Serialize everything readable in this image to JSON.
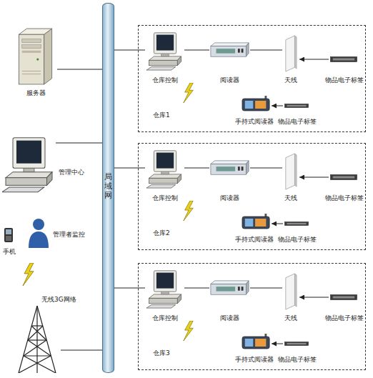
{
  "diagram": {
    "nodes": [
      {
        "text": [
          "局域网"
        ]
      },
      {
        "text": [
          "服务器"
        ]
      },
      {
        "text": [
          "管理中心"
        ]
      },
      {
        "text": [
          "手机"
        ]
      },
      {
        "text": [
          "管理者监控"
        ]
      },
      {
        "text": [
          "无线3G网络"
        ]
      },
      {
        "text": [
          "仓库1"
        ]
      },
      {
        "text": [
          "仓库控制"
        ],
        "in": 6
      },
      {
        "text": [
          "阅读器"
        ],
        "in": 6
      },
      {
        "text": [
          "天线"
        ],
        "in": 6
      },
      {
        "text": [
          "物品电子标签"
        ],
        "in": 6
      },
      {
        "text": [
          "手持式阅读器"
        ],
        "in": 6
      },
      {
        "text": [
          "物品电子标签"
        ],
        "in": 6
      },
      {
        "text": [
          "仓库2"
        ]
      },
      {
        "text": [
          "仓库控制"
        ],
        "in": 13
      },
      {
        "text": [
          "阅读器"
        ],
        "in": 13
      },
      {
        "text": [
          "天线"
        ],
        "in": 13
      },
      {
        "text": [
          "物品电子标签"
        ],
        "in": 13
      },
      {
        "text": [
          "手持式阅读器"
        ],
        "in": 13
      },
      {
        "text": [
          "物品电子标签"
        ],
        "in": 13
      },
      {
        "text": [
          "仓库3"
        ]
      },
      {
        "text": [
          "仓库控制"
        ],
        "in": 20
      },
      {
        "text": [
          "阅读器"
        ],
        "in": 20
      },
      {
        "text": [
          "天线"
        ],
        "in": 20
      },
      {
        "text": [
          "物品电子标签"
        ],
        "in": 20
      },
      {
        "text": [
          "手持式阅读器"
        ],
        "in": 20
      },
      {
        "text": [
          "物品电子标签"
        ],
        "in": 20
      }
    ],
    "edges": [
      {
        "from": 1,
        "to": 0,
        "arrow": "none"
      },
      {
        "from": 2,
        "to": 0,
        "arrow": "none"
      },
      {
        "from": 5,
        "to": 0,
        "arrow": "none"
      },
      {
        "from": 0,
        "to": 7,
        "arrow": "none"
      },
      {
        "from": 7,
        "to": 8,
        "arrow": "none"
      },
      {
        "from": 8,
        "to": 9,
        "arrow": "none"
      },
      {
        "from": 10,
        "to": 9,
        "arrow": "to"
      },
      {
        "from": 12,
        "to": 11,
        "arrow": "to"
      },
      {
        "from": 0,
        "to": 14,
        "arrow": "none"
      },
      {
        "from": 14,
        "to": 15,
        "arrow": "none"
      },
      {
        "from": 15,
        "to": 16,
        "arrow": "none"
      },
      {
        "from": 17,
        "to": 16,
        "arrow": "to"
      },
      {
        "from": 19,
        "to": 18,
        "arrow": "to"
      },
      {
        "from": 0,
        "to": 21,
        "arrow": "none"
      },
      {
        "from": 21,
        "to": 22,
        "arrow": "none"
      },
      {
        "from": 22,
        "to": 23,
        "arrow": "none"
      },
      {
        "from": 24,
        "to": 23,
        "arrow": "to"
      },
      {
        "from": 26,
        "to": 25,
        "arrow": "to"
      }
    ]
  }
}
